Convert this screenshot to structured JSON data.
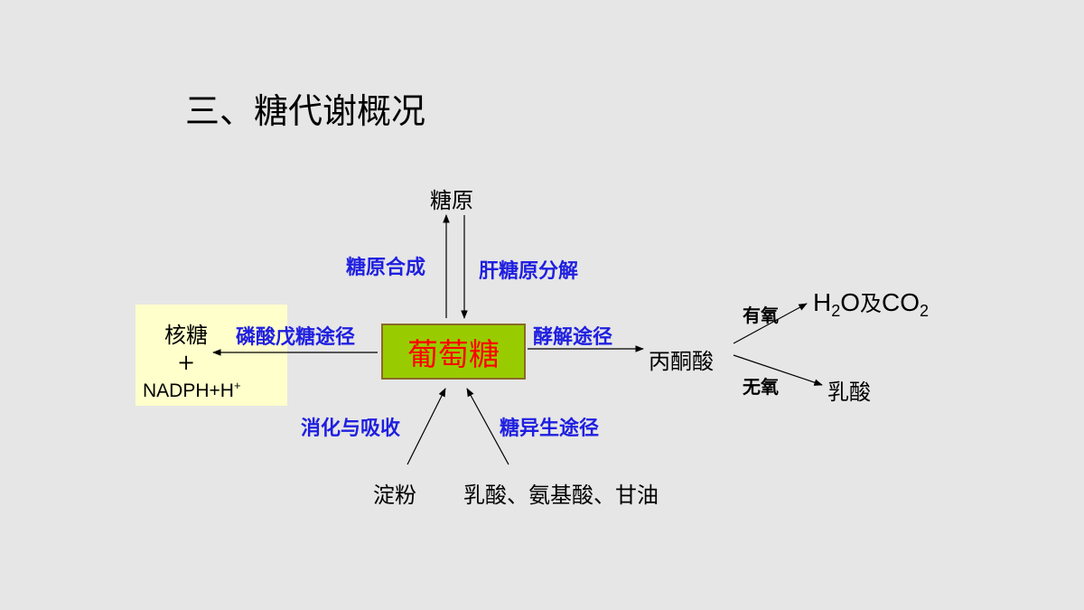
{
  "title": "三、糖代谢概况",
  "nodes": {
    "glycogen": "糖原",
    "glucose": "葡萄糖",
    "pyruvate": "丙酮酸",
    "h2o_h": "H",
    "h2o_2": "2",
    "h2o_o": "O",
    "h2o_ji": "及",
    "co2_co": "CO",
    "co2_2": "2",
    "lactate": "乳酸",
    "ribose": "核糖",
    "plus": "+",
    "nadph": "NADPH+H",
    "nadph_sup": "+",
    "starch": "淀粉",
    "precursors": "乳酸、氨基酸、甘油"
  },
  "labels": {
    "glycogenesis": "糖原合成",
    "glycogenolysis": "肝糖原分解",
    "ppp": "磷酸戊糖途径",
    "glycolysis": "酵解途径",
    "aerobic": "有氧",
    "anaerobic": "无氧",
    "digestion": "消化与吸收",
    "gluconeogenesis": "糖异生途径"
  },
  "colors": {
    "background": "#e6e6e6",
    "glucose_box": "#99cc00",
    "glucose_text": "#ff0000",
    "ribose_box": "#ffffcc",
    "pathway_label": "#1f1fe0"
  }
}
